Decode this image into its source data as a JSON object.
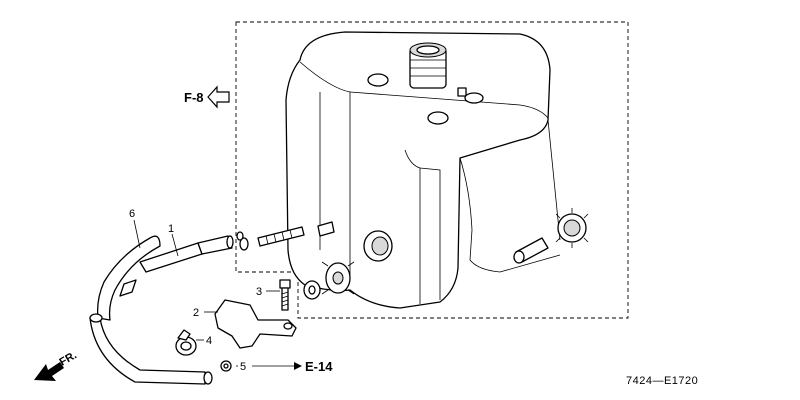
{
  "diagram_code": "7424—E1720",
  "references": {
    "f8": "F-8",
    "e14": "E-14",
    "fr": "FR."
  },
  "callouts": {
    "c1": "1",
    "c2": "2",
    "c3": "3",
    "c4": "4",
    "c5": "5",
    "c6": "6"
  }
}
